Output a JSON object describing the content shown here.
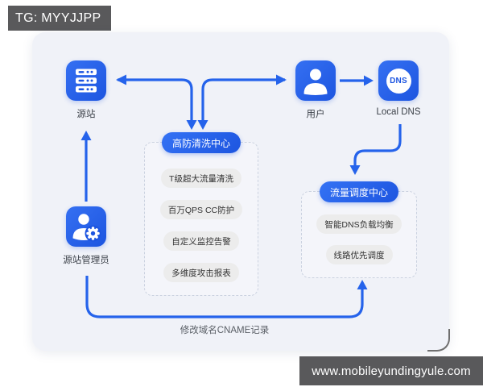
{
  "page": {
    "header_badge": "TG: MYYJJPP",
    "footer_badge": "www.mobileyundingyule.com"
  },
  "nodes": {
    "origin": {
      "label": "源站",
      "icon": "server-icon"
    },
    "user": {
      "label": "用户",
      "icon": "user-icon"
    },
    "local_dns": {
      "label": "Local DNS",
      "icon": "dns-icon",
      "icon_text": "DNS"
    },
    "admin": {
      "label": "源站管理员",
      "icon": "admin-gear-icon"
    }
  },
  "groups": {
    "scrubbing": {
      "title": "高防清洗中心",
      "items": [
        "T级超大流量清洗",
        "百万QPS CC防护",
        "自定义监控告警",
        "多维度攻击报表"
      ]
    },
    "scheduling": {
      "title": "流量调度中心",
      "items": [
        "智能DNS负载均衡",
        "线路优先调度"
      ]
    }
  },
  "annotations": {
    "cname_note": "修改域名CNAME记录"
  },
  "colors": {
    "accent": "#2563EB",
    "accent_dark": "#1D55E0",
    "panel_bg": "#F0F2F8",
    "badge_bg": "#59595B",
    "item_bg": "#ECECEC",
    "dashed_border": "#CBD2E0",
    "text_dark": "#3B4048",
    "text_muted": "#5A5F66"
  }
}
